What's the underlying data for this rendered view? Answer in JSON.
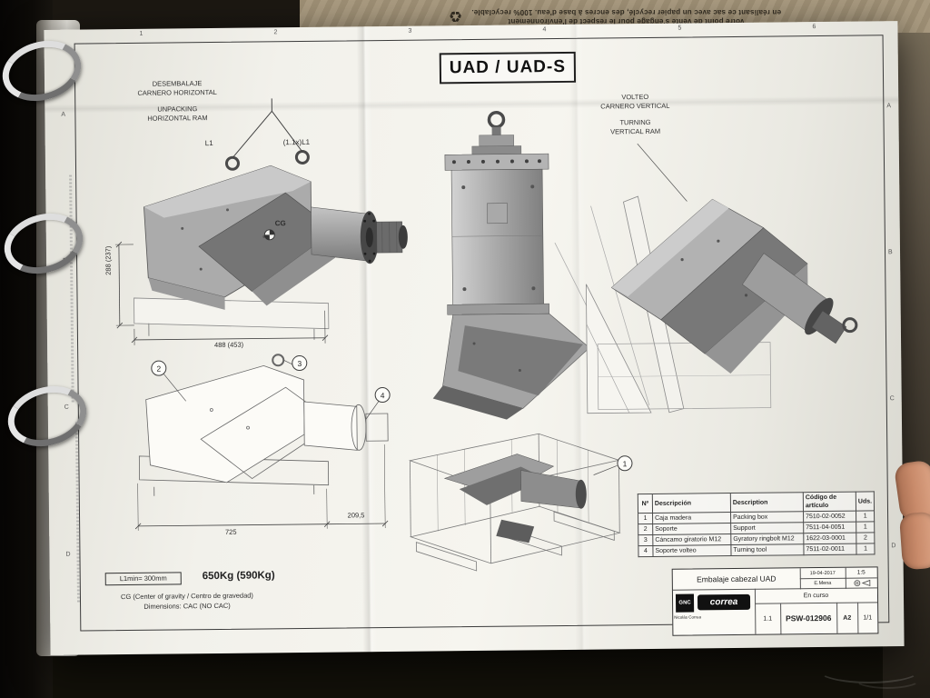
{
  "env": {
    "recycle_icon": "♻",
    "line1": "Votre point de vente s'engage pour le respect de l'environnement",
    "line2": "en réalisant ce sac avec un papier recyclé, des encres à base d'eau. 100% recyclable."
  },
  "sheet": {
    "title": "UAD / UAD-S",
    "zones_top": [
      "1",
      "2",
      "3",
      "4",
      "5",
      "6"
    ],
    "zones_left": [
      "A",
      "B",
      "C",
      "D"
    ],
    "note_left": {
      "es1": "DESEMBALAJE",
      "es2": "CARNERO HORIZONTAL",
      "en1": "UNPACKING",
      "en2": "HORIZONTAL RAM"
    },
    "note_right": {
      "es1": "VOLTEO",
      "es2": "CARNERO VERTICAL",
      "en1": "TURNING",
      "en2": "VERTICAL RAM"
    },
    "labels": {
      "l1": "L1",
      "l1x": "(1.1x)L1",
      "cg": "CG",
      "dim_v": "288 (237)",
      "dim_h": "488 (453)",
      "dim_725": "725",
      "dim_209": "209,5",
      "l1min": "L1min= 300mm",
      "weight": "650Kg (590Kg)",
      "cg_note1": "CG (Center of gravity / Centro de gravedad)",
      "cg_note2": "Dimensions: CAC (NO CAC)"
    },
    "balloons": {
      "b1": "1",
      "b2": "2",
      "b3": "3",
      "b4": "4"
    },
    "bom": {
      "h": [
        "Nº",
        "Descripción",
        "Description",
        "Código de artículo",
        "Uds."
      ],
      "rows": [
        [
          "1",
          "Caja madera",
          "Packing box",
          "7510-02-0052",
          "1"
        ],
        [
          "2",
          "Soporte",
          "Support",
          "7511-04-0051",
          "1"
        ],
        [
          "3",
          "Cáncamo giratorio M12",
          "Gyratory ringbolt M12",
          "1622-03-0001",
          "2"
        ],
        [
          "4",
          "Soporte volteo",
          "Turning tool",
          "7511-02-0011",
          "1"
        ]
      ]
    },
    "tb": {
      "desc": "Embalaje cabezal UAD",
      "date": "19-04-2017",
      "author": "E.Mena",
      "status": "En curso",
      "brand": "correa",
      "logo": "GNC",
      "company": "Nicolás Correa",
      "doc": "PSW-012906",
      "scale": "1:5",
      "rev": "1.1",
      "fmt": "A2",
      "sheet_no": "1/1"
    }
  }
}
